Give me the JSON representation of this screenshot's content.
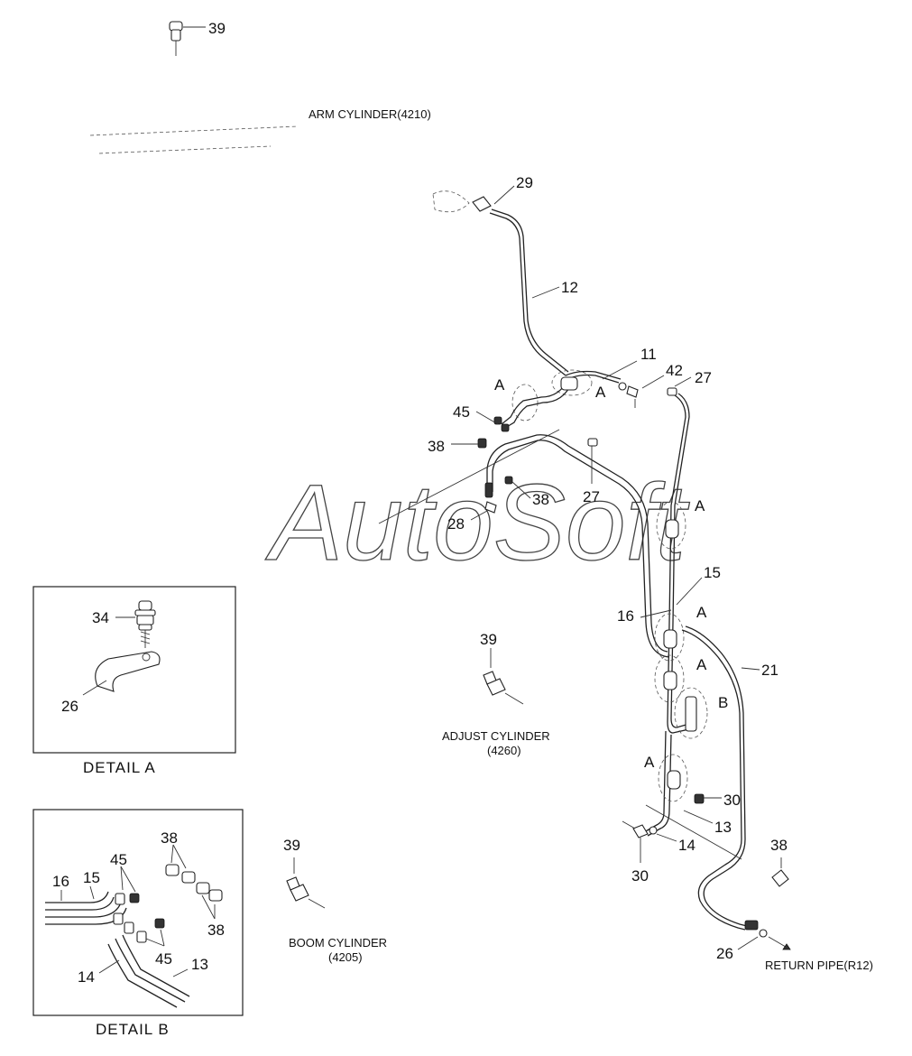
{
  "captions": {
    "arm_cylinder": "ARM CYLINDER(4210)",
    "adjust_cylinder_line1": "ADJUST CYLINDER",
    "adjust_cylinder_line2": "(4260)",
    "boom_cylinder_line1": "BOOM CYLINDER",
    "boom_cylinder_line2": "(4205)",
    "return_pipe": "RETURN PIPE(R12)"
  },
  "details": {
    "a_title": "DETAIL  A",
    "b_title": "DETAIL  B"
  },
  "watermark": "AutoSoft",
  "callouts": {
    "c39_top": "39",
    "c29": "29",
    "c12": "12",
    "c11": "11",
    "c42": "42",
    "c27_top": "27",
    "cA_1": "A",
    "cA_2": "A",
    "c45": "45",
    "c38_a": "38",
    "c38_b": "38",
    "c27_mid": "27",
    "c28": "28",
    "cA_3": "A",
    "c15": "15",
    "c16": "16",
    "cA_4": "A",
    "c21": "21",
    "cA_5": "A",
    "cB": "B",
    "cA_6": "A",
    "c30_r": "30",
    "c13": "13",
    "c14": "14",
    "c30_b": "30",
    "c38_r": "38",
    "c26_r": "26",
    "c39_adj": "39",
    "c39_boom": "39"
  },
  "detail_a_callouts": {
    "c34": "34",
    "c26": "26"
  },
  "detail_b_callouts": {
    "c38_t": "38",
    "c45_t": "45",
    "c16": "16",
    "c15": "15",
    "c38_r": "38",
    "c45_b": "45",
    "c14": "14",
    "c13": "13"
  }
}
